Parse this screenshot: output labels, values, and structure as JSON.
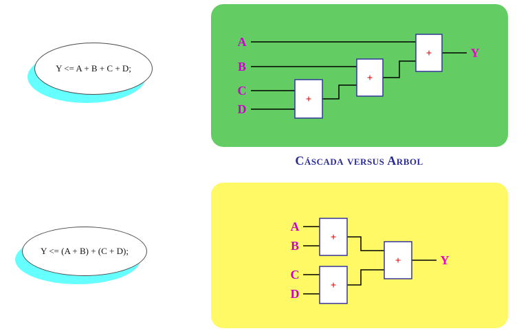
{
  "title": "Cáscada versus Arbol",
  "colors": {
    "cascade_panel_bg": "#63CC63",
    "tree_panel_bg": "#FFF966",
    "signal_label": "#CC00CC",
    "output_label": "#EE00CC",
    "plus_sign": "#DD0000",
    "adder_border": "#333399",
    "title_text": "#2B2B99",
    "bubble_shadow": "#66FFFF",
    "wire": "#000000"
  },
  "cascade": {
    "code": "Y <= A + B + C + D;",
    "inputs": [
      "A",
      "B",
      "C",
      "D"
    ],
    "output": "Y",
    "adders": [
      "+",
      "+",
      "+"
    ]
  },
  "tree": {
    "code": "Y <= (A + B) + (C + D);",
    "inputs": [
      "A",
      "B",
      "C",
      "D"
    ],
    "output": "Y",
    "adders": [
      "+",
      "+",
      "+"
    ]
  }
}
